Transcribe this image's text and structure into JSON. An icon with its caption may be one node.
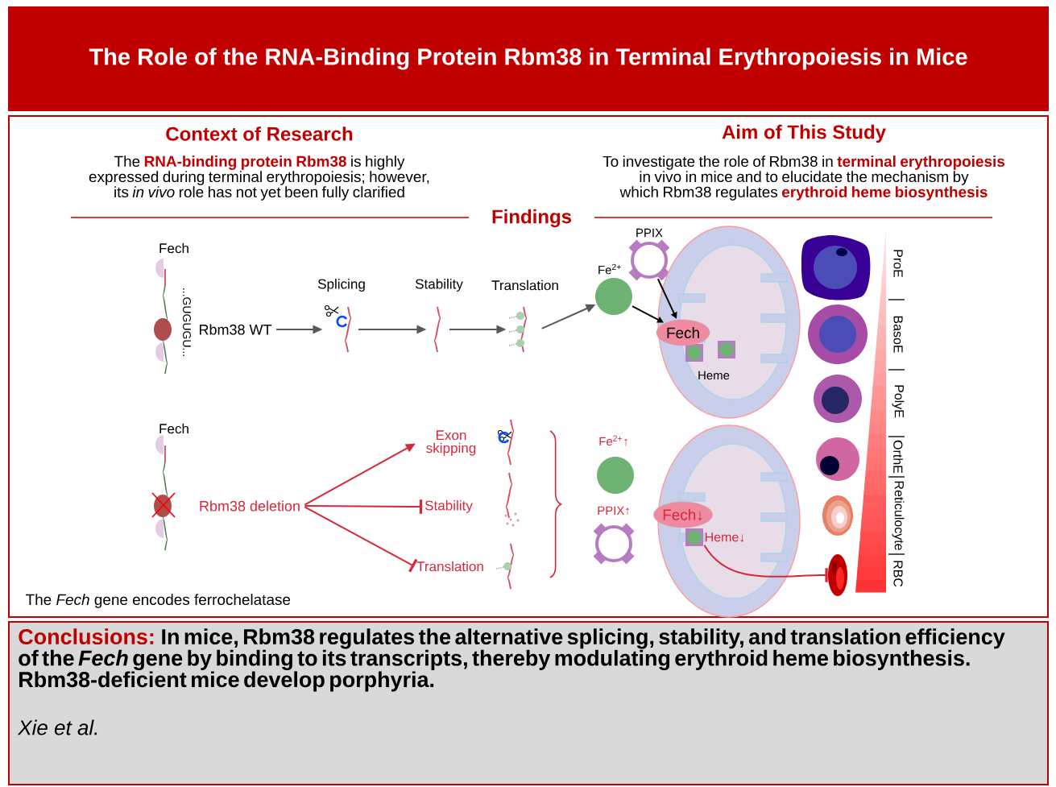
{
  "diagram": {
    "title": "The Role of the RNA-Binding Protein Rbm38 in Terminal Erythropoiesis in Mice",
    "nodes": [
      {
        "text": [
          "Context of Research",
          "The **RNA-binding protein Rbm38** is highly expressed during terminal erythropoiesis; however, its *in vivo* role has not yet been fully clarified",
          "Aim of This Study",
          "To investigate the role of Rbm38 in **terminal erythropoiesis** in vivo in mice and to elucidate the mechanism by which Rbm38 regulates **erythroid heme biosynthesis**",
          "Findings",
          "The *Fech* gene encodes ferrochelatase"
        ]
      },
      {
        "text": [
          "Rbm38 WT"
        ],
        "in": 0
      },
      {
        "text": [
          "Splicing"
        ],
        "in": 0
      },
      {
        "text": [
          "Stability"
        ],
        "in": 0
      },
      {
        "text": [
          "Translation"
        ],
        "in": 0
      },
      {
        "text": [
          "PPIX"
        ],
        "in": 0
      },
      {
        "text": [
          "Fe$^{2+}$"
        ],
        "in": 0
      },
      {
        "text": [
          "Heme"
        ],
        "in": 0
      },
      {
        "text": [
          "Fech"
        ],
        "in": 7
      },
      {
        "text": [
          "Rbm38 deletion"
        ],
        "in": 0
      },
      {
        "text": [
          "Exon skipping"
        ],
        "in": 0
      },
      {
        "text": [
          "Stability"
        ],
        "in": 0
      },
      {
        "text": [
          "Translation"
        ],
        "in": 0
      },
      {
        "text": [
          "Fe$^{2+}$↑"
        ],
        "in": 0
      },
      {
        "text": [
          "PPIX↑"
        ],
        "in": 0
      },
      {
        "text": [],
        "shape": "picture",
        "in": 0
      },
      {
        "text": [
          "Fech↓"
        ],
        "in": 15
      },
      {
        "text": [
          "Heme↓"
        ],
        "in": 15
      },
      {
        "text": [],
        "shape": "picture",
        "in": 0
      },
      {
        "text": [
          "Conclusions:",
          "In mice, Rbm38 regulates the alternative splicing, stability, and translation efficiency of the *Fech* gene by binding to its transcripts, thereby modulating erythroid heme biosynthesis. Rbm38-deficient mice develop porphyria.",
          "Xie et al."
        ]
      }
    ],
    "edges": [
      {
        "from": 1,
        "to": 2,
        "arrow": "to"
      },
      {
        "from": 2,
        "to": 3,
        "arrow": "to"
      },
      {
        "from": 3,
        "to": 4,
        "arrow": "to"
      },
      {
        "from": 4,
        "to": 6,
        "arrow": "to"
      },
      {
        "from": 6,
        "to": 8,
        "arrow": "to",
        "color": "#000000"
      },
      {
        "from": 5,
        "to": 8,
        "arrow": "to",
        "color": "#000000"
      },
      {
        "from": 9,
        "to": 10,
        "arrow": "to",
        "color": "#d6283a"
      },
      {
        "from": 9,
        "to": 11,
        "arrow": "other",
        "color": "#d6283a"
      },
      {
        "from": 9,
        "to": 12,
        "arrow": "other",
        "color": "#d6283a"
      },
      {
        "from": 17,
        "to": 18,
        "arrow": "other",
        "color": "#d6283a"
      }
    ],
    "labels": [
      "Fech",
      "...GUGUGU...",
      "Fech",
      "ProE",
      "BasoE",
      "PolyE",
      "OrthE",
      "Reticulocyte",
      "RBC"
    ]
  }
}
